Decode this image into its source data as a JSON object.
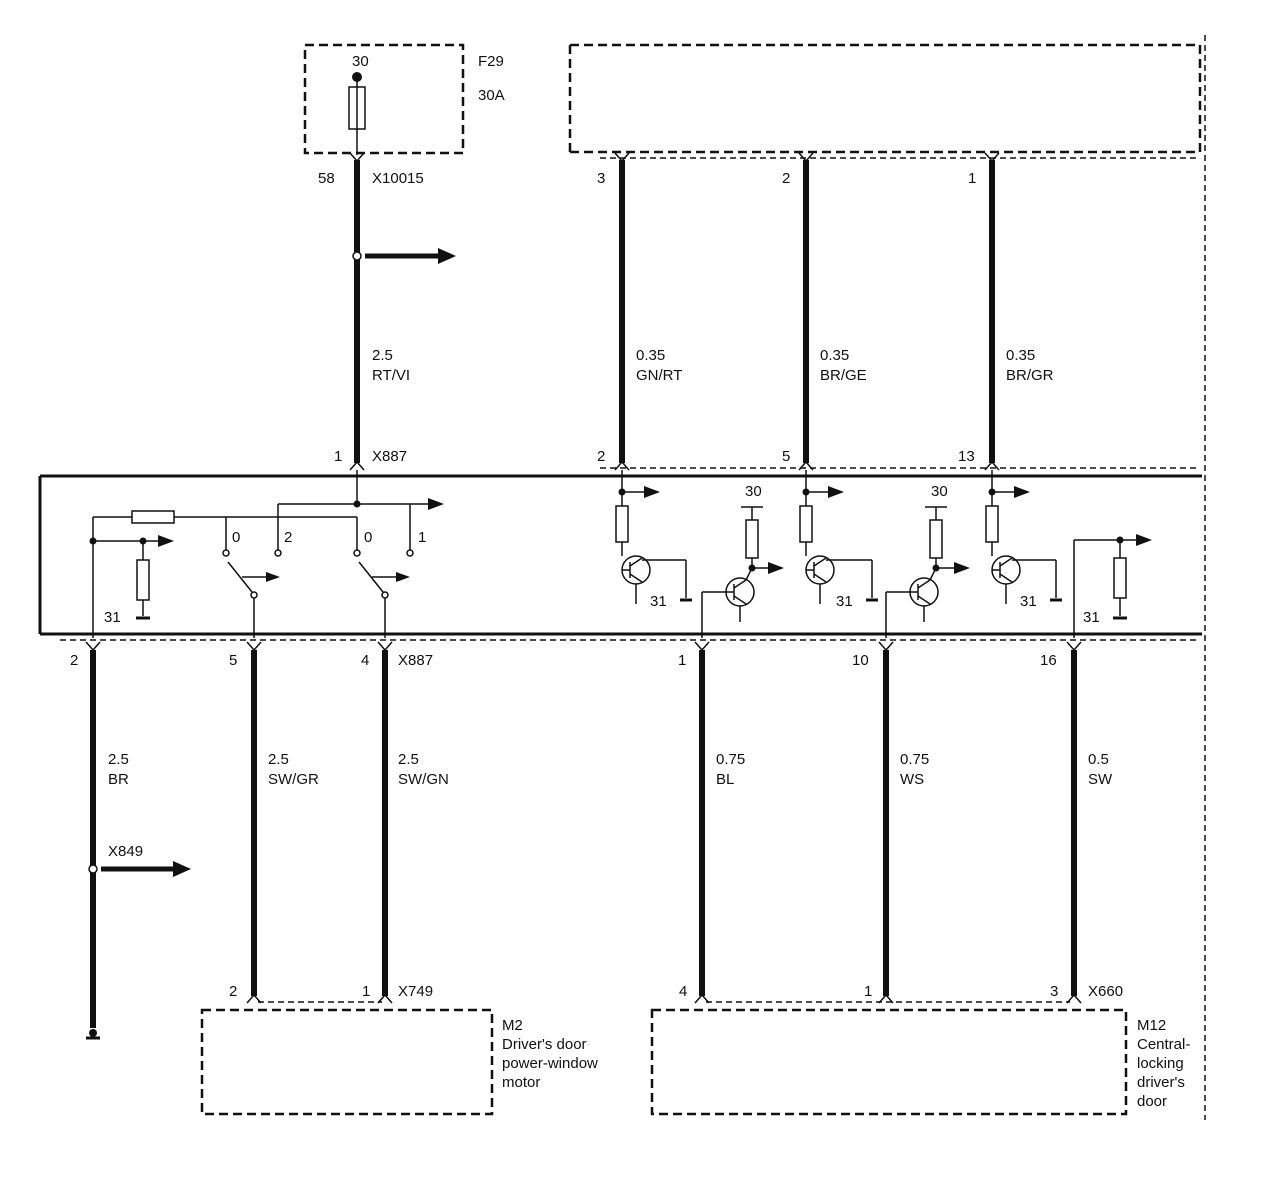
{
  "fuse": {
    "name": "F29",
    "rating": "30A",
    "terminal": "30"
  },
  "connectors": {
    "x10015": "X10015",
    "x10015_pin": "58",
    "x887": "X887",
    "x849": "X849",
    "x749": "X749",
    "x660": "X660"
  },
  "wires": {
    "feed": {
      "pin_top": "1",
      "size": "2.5",
      "color": "RT/VI"
    },
    "w1": {
      "src_pin": "3",
      "dst_pin": "2",
      "size": "0.35",
      "color": "GN/RT"
    },
    "w2": {
      "src_pin": "2",
      "dst_pin": "5",
      "size": "0.35",
      "color": "BR/GE"
    },
    "w3": {
      "src_pin": "1",
      "dst_pin": "13",
      "size": "0.35",
      "color": "BR/GR"
    },
    "b1": {
      "pin": "2",
      "size": "2.5",
      "color": "BR"
    },
    "b2": {
      "pin": "5",
      "dst_pin": "2",
      "size": "2.5",
      "color": "SW/GR"
    },
    "b3": {
      "pin": "4",
      "dst_pin": "1",
      "size": "2.5",
      "color": "SW/GN"
    },
    "b4": {
      "pin": "1",
      "dst_pin": "4",
      "size": "0.75",
      "color": "BL"
    },
    "b5": {
      "pin": "10",
      "dst_pin": "1",
      "size": "0.75",
      "color": "WS"
    },
    "b6": {
      "pin": "16",
      "dst_pin": "3",
      "size": "0.5",
      "color": "SW"
    }
  },
  "internal": {
    "ground": "31",
    "supply": "30",
    "switch_pos_0": "0",
    "switch_pos_2": "2",
    "switch_pos_1": "1"
  },
  "components": {
    "m2": {
      "id": "M2",
      "line1": "Driver's door",
      "line2": "power-window",
      "line3": "motor"
    },
    "m12": {
      "id": "M12",
      "line1": "Central-",
      "line2": "locking",
      "line3": "driver's",
      "line4": "door"
    }
  }
}
